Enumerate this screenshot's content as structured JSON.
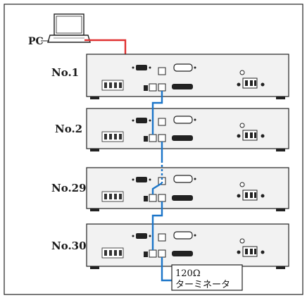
{
  "pc": {
    "label": "PC"
  },
  "units": [
    {
      "label": "No.1"
    },
    {
      "label": "No.2"
    },
    {
      "label": "No.29"
    },
    {
      "label": "No.30"
    }
  ],
  "terminator": {
    "line1": "120Ω",
    "line2": "ターミネータ"
  },
  "colors": {
    "usb_cable": "#e03131",
    "link_cable": "#1b75c8",
    "frame": "#222222",
    "chassis": "#f2f2f2"
  }
}
